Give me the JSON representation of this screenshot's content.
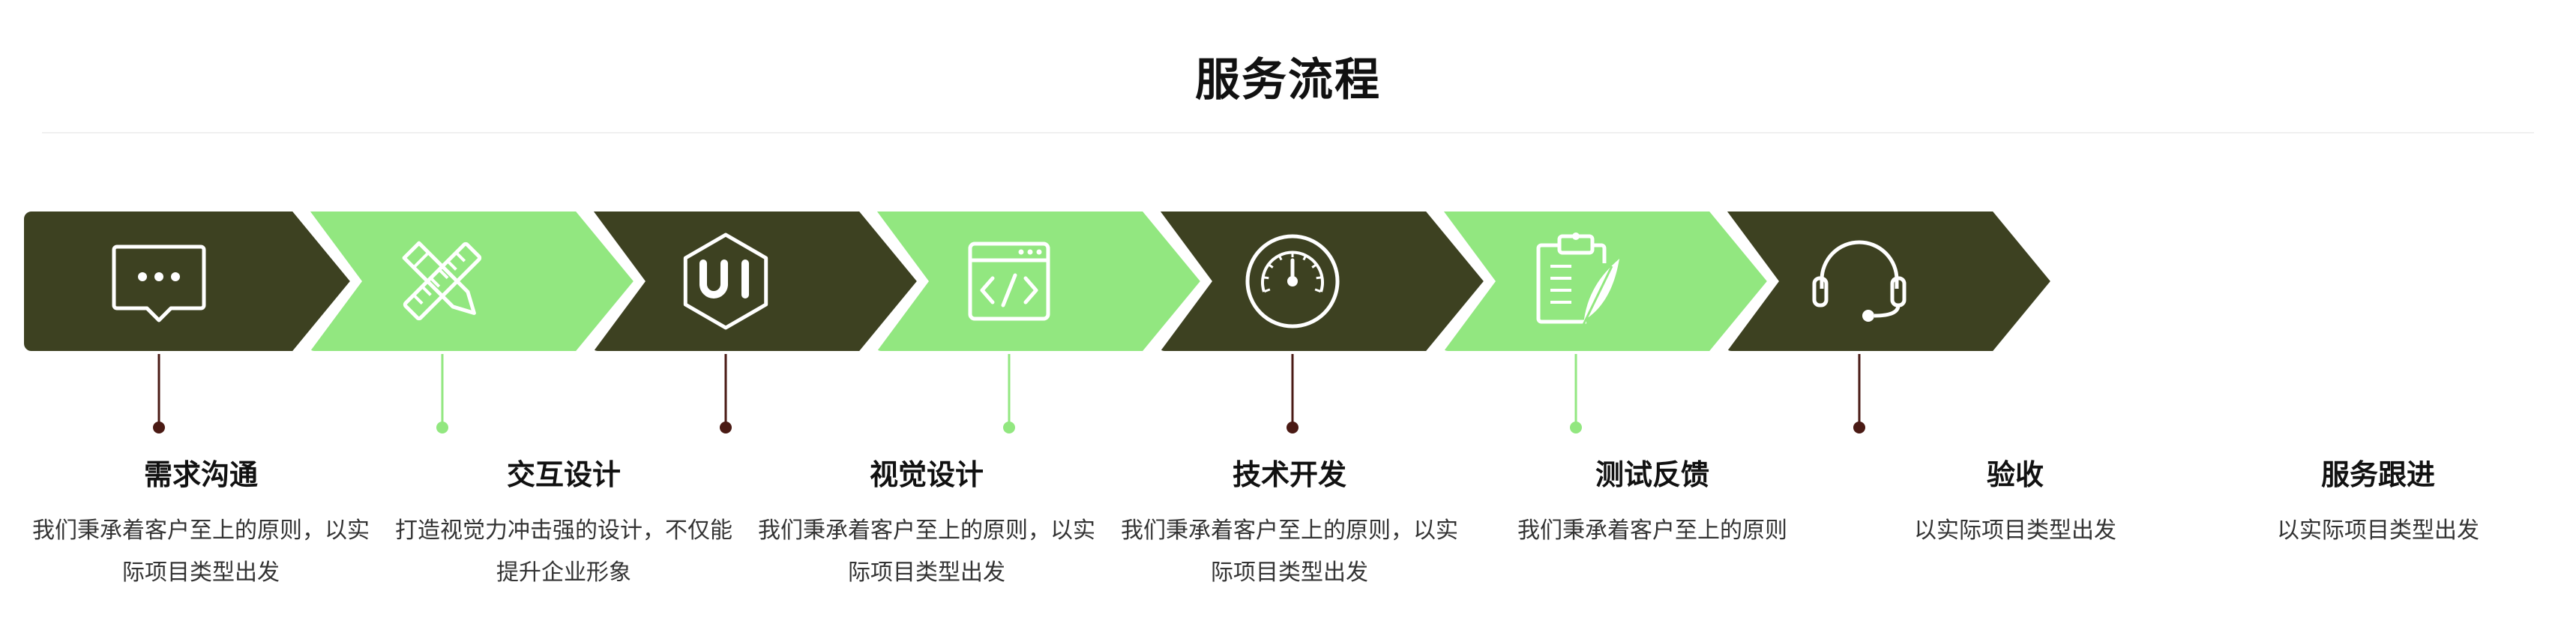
{
  "title": "服务流程",
  "colors": {
    "dark": "#3d4121",
    "light": "#92e780",
    "dark_line": "#4a1a14",
    "light_line": "#92e780",
    "icon": "#ffffff"
  },
  "steps": [
    {
      "icon": "chat-bubble-icon",
      "tone": "dark"
    },
    {
      "icon": "pencil-ruler-icon",
      "tone": "light"
    },
    {
      "icon": "ui-hexagon-icon",
      "tone": "dark"
    },
    {
      "icon": "code-window-icon",
      "tone": "light"
    },
    {
      "icon": "gauge-icon",
      "tone": "dark"
    },
    {
      "icon": "clipboard-feather-icon",
      "tone": "light"
    },
    {
      "icon": "headset-icon",
      "tone": "dark"
    }
  ],
  "labels": [
    {
      "title": "需求沟通",
      "desc": "我们秉承着客户至上的原则，以实际项目类型出发"
    },
    {
      "title": "交互设计",
      "desc": "打造视觉力冲击强的设计，不仅能提升企业形象"
    },
    {
      "title": "视觉设计",
      "desc": "我们秉承着客户至上的原则，以实际项目类型出发"
    },
    {
      "title": "技术开发",
      "desc": "我们秉承着客户至上的原则，以实际项目类型出发"
    },
    {
      "title": "测试反馈",
      "desc": "我们秉承着客户至上的原则"
    },
    {
      "title": "验收",
      "desc": "以实际项目类型出发"
    },
    {
      "title": "服务跟进",
      "desc": "以实际项目类型出发"
    }
  ]
}
